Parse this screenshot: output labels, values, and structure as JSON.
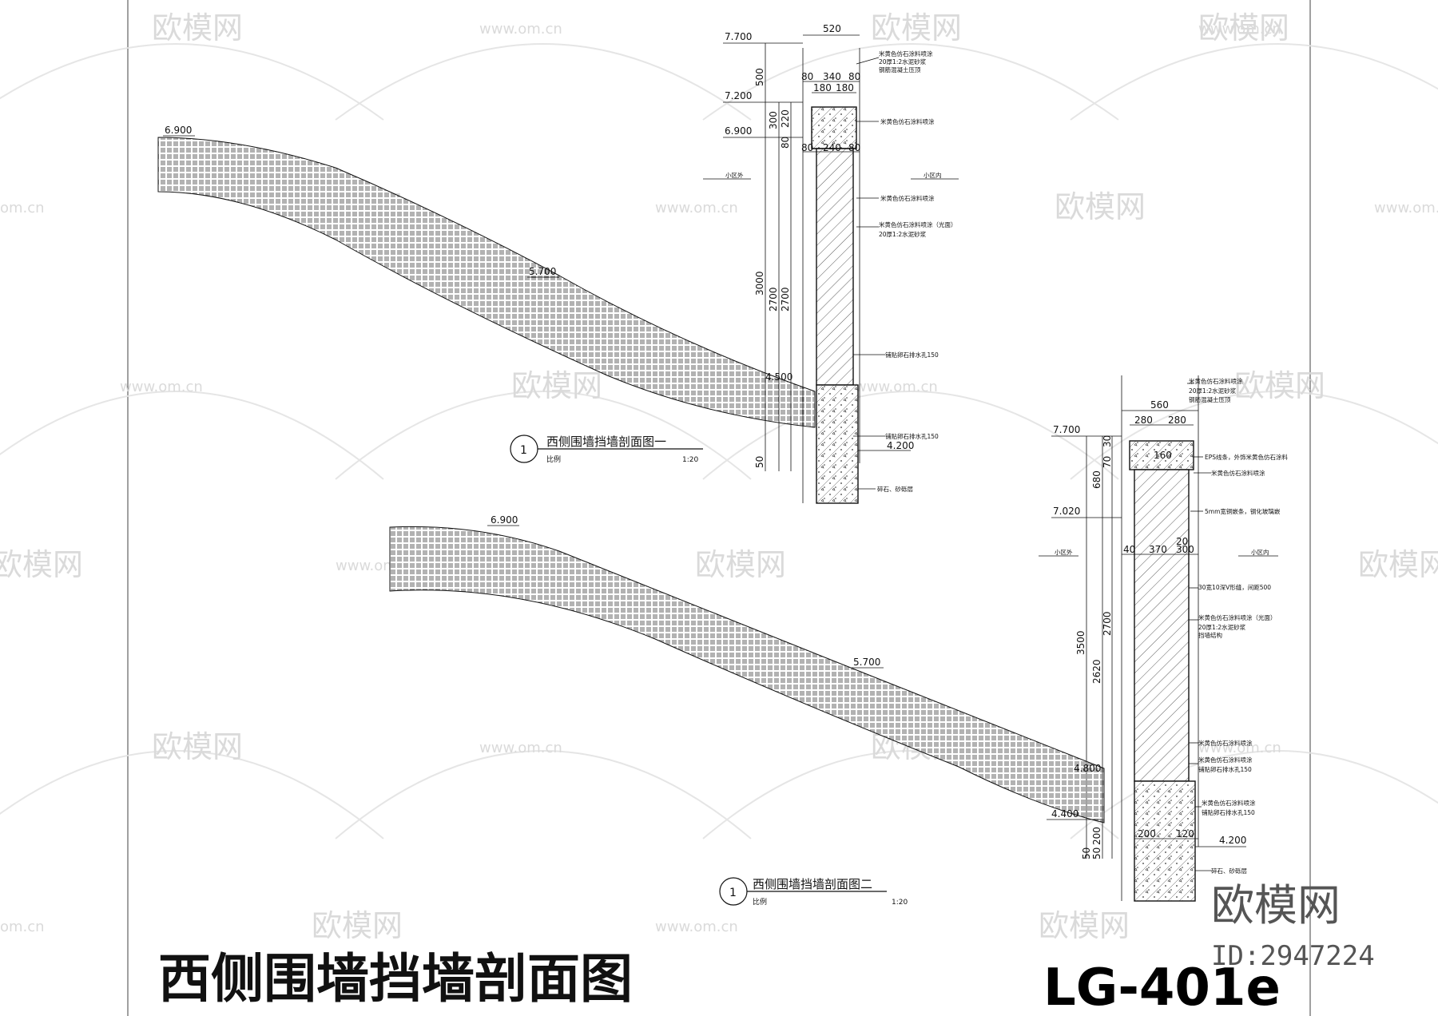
{
  "watermark": {
    "logo_text": "欧模网",
    "url_text": "www.om.cn",
    "url_short": "om.cn",
    "bottom_logo": "欧模网",
    "bottom_id": "ID:2947224"
  },
  "sheet": {
    "title": "西侧围墙挡墙剖面图",
    "code": "LG-401e"
  },
  "section1": {
    "marker_number": "1",
    "title": "西侧围墙挡墙剖面图一",
    "scale_label": "比例",
    "scale_value": "1:20",
    "slope_top_elev": "6.900",
    "slope_mid_elev": "5.700",
    "slope_low_elev": "4.500",
    "ground_elev": "4.200",
    "level_top": "7.700",
    "level_mid": "7.200",
    "level_low": "6.900",
    "dims": {
      "total_width": "520",
      "w80a": "80",
      "w340": "340",
      "w80b": "80",
      "w180a": "180",
      "w180b": "180",
      "w80c": "80",
      "w240": "240",
      "w80d": "80",
      "h500": "500",
      "h300": "300",
      "h220": "220",
      "h80": "80",
      "h3000": "3000",
      "h2700a": "2700",
      "h2700b": "2700",
      "h50": "50"
    },
    "notes": {
      "n1": "米黄色仿石涂料喷涂",
      "n2": "20厚1:2水泥砂浆",
      "n3": "钢筋混凝土压顶",
      "n4": "米黄色仿石涂料喷涂",
      "n5": "米黄色仿石涂料喷涂",
      "n6": "米黄色仿石涂料喷涂（光面）",
      "n7": "20厚1:2水泥砂浆",
      "n8": "铺贴卵石排水孔150",
      "n9": "铺贴卵石排水孔150",
      "n10": "碎石、砂砾层",
      "side_left": "小区外",
      "side_right": "小区内"
    }
  },
  "section2": {
    "marker_number": "1",
    "title": "西侧围墙挡墙剖面图二",
    "scale_label": "比例",
    "scale_value": "1:20",
    "slope_top_elev": "6.900",
    "slope_mid_elev": "5.700",
    "slope_low_elev": "4.800",
    "ground_left_elev": "4.400",
    "ground_right_elev": "4.200",
    "level_top": "7.700",
    "level_mid": "7.020",
    "dims": {
      "total_width": "560",
      "w280a": "280",
      "w280b": "280",
      "w160": "160",
      "w40": "40",
      "w370": "370",
      "w300": "300",
      "w20": "20",
      "w200": "200",
      "w120": "120",
      "h70": "70",
      "h30": "30",
      "h680": "680",
      "h3500": "3500",
      "h2700": "2700",
      "h2620": "2620",
      "h200": "200",
      "h50": "50",
      "h50b": "50"
    },
    "notes": {
      "n1": "米黄色仿石涂料喷涂",
      "n2": "20厚1:2水泥砂浆",
      "n3": "钢筋混凝土压顶",
      "n4": "EPS线条，外饰米黄色仿石涂料",
      "n5": "米黄色仿石涂料喷涂",
      "n6": "5mm宽铜嵌条，钢化玻璃嵌",
      "n7": "30宽10深V形缝，间距500",
      "n8": "米黄色仿石涂料喷涂（光面）",
      "n9": "20厚1:2水泥砂浆",
      "n10": "挡墙结构",
      "n11": "米黄色仿石涂料喷涂",
      "n12": "米黄色仿石涂料喷涂",
      "n13": "铺贴卵石排水孔150",
      "n14": "米黄色仿石涂料喷涂",
      "n15": "铺贴卵石排水孔150",
      "n16": "碎石、砂砾层",
      "side_left": "小区外",
      "side_right": "小区内"
    }
  }
}
